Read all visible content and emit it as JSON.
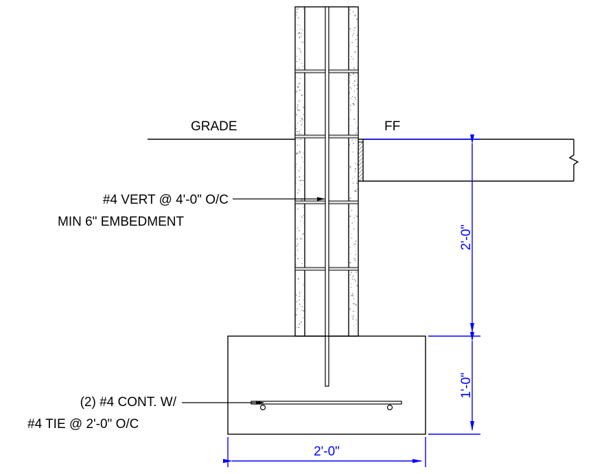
{
  "labels": {
    "grade": "GRADE",
    "ff": "FF",
    "vert_line1": "#4 VERT @ 4'-0\" O/C",
    "vert_line2": "MIN 6\" EMBEDMENT",
    "cont_line1": "(2) #4 CONT. W/",
    "cont_line2": "#4 TIE @ 2'-0\" O/C"
  },
  "dimensions": {
    "stem_height": "2'-0\"",
    "footing_depth": "1'-0\"",
    "footing_width": "2'-0\""
  },
  "colors": {
    "linework": "#000000",
    "dimension": "#0000ff"
  }
}
